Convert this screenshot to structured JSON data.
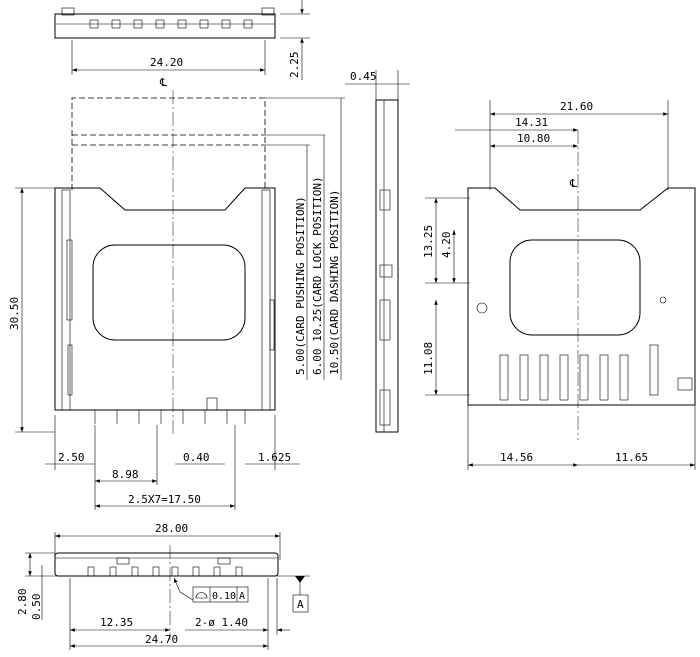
{
  "top_view": {
    "width": "24.20",
    "height": "2.25"
  },
  "plan_view": {
    "centerline": "℄",
    "height": "30.50",
    "positions": {
      "pushing": "5.00(CARD PUSHING POSITION)",
      "lock": "6.00  10.25(CARD LOCK POSITION)",
      "dashing": "10.50(CARD DASHING POSITION)"
    },
    "left_offset": "2.50",
    "pin_offset": "8.98",
    "pin_width": "0.40",
    "right_offset": "1.625",
    "pitch": "2.5X7=17.50"
  },
  "side_view": {
    "thickness": "0.45"
  },
  "bottom_side_view": {
    "centerline": "℄",
    "overall": "21.60",
    "d1": "14.31",
    "d2": "10.80",
    "v1": "13.25",
    "v2": "4.20",
    "v3": "11.08",
    "left": "14.56",
    "right": "11.65"
  },
  "front_view": {
    "width": "28.00",
    "height": "2.80",
    "standoff": "0.50",
    "half_span": "12.35",
    "holes": "2-ø 1.40",
    "span": "24.70",
    "flatness_value": "0.10",
    "datum": "A"
  }
}
